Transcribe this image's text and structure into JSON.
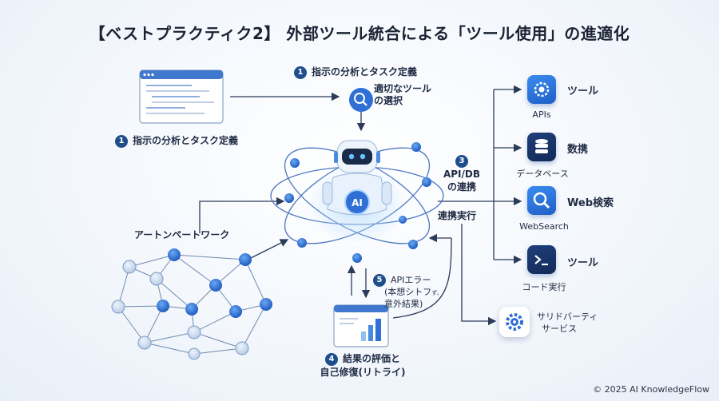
{
  "title": "【ベストプラクティク2】 外部ツール統合による「ツール使用」の進適化",
  "step1_top": {
    "num": "1",
    "label": "指示の分析とタスク定義"
  },
  "step1_left": {
    "num": "1",
    "label": "指示の分析とタスク定義"
  },
  "select_tool": {
    "line1": "適切なツール",
    "line2": "の選択"
  },
  "step3": {
    "num": "3",
    "line1": "API/DB",
    "line2": "の連携",
    "exec": "連携実行"
  },
  "network_label": "アートンペートワーク",
  "step5": {
    "num": "5",
    "line1": "APIエラー",
    "line2": "(本想シトフ",
    "line2_small": "ず、",
    "line3": "意外結果)"
  },
  "step4": {
    "num": "4",
    "line1": "結果の評価と",
    "line2": "自己修復(リトライ)"
  },
  "ai_badge": "AI",
  "tools": [
    {
      "title": "ツール",
      "caption": "APIs",
      "icon": "gear-code-icon"
    },
    {
      "title": "数携",
      "caption": "データベース",
      "icon": "database-icon"
    },
    {
      "title": "Web検索",
      "caption": "WebSearch",
      "icon": "magnifier-icon"
    },
    {
      "title": "ツール",
      "caption": "コード実行",
      "icon": "terminal-icon"
    }
  ],
  "third_party": {
    "line1": "サリドバーティ",
    "line2": "サービス",
    "icon": "gear-icon"
  },
  "copyright": "© 2025 AI KnowledgeFlow",
  "colors": {
    "accent": "#2f6fd6",
    "dark": "#1f4e8c",
    "node": "#2f6fd6",
    "node_light": "#c6dcf3"
  }
}
